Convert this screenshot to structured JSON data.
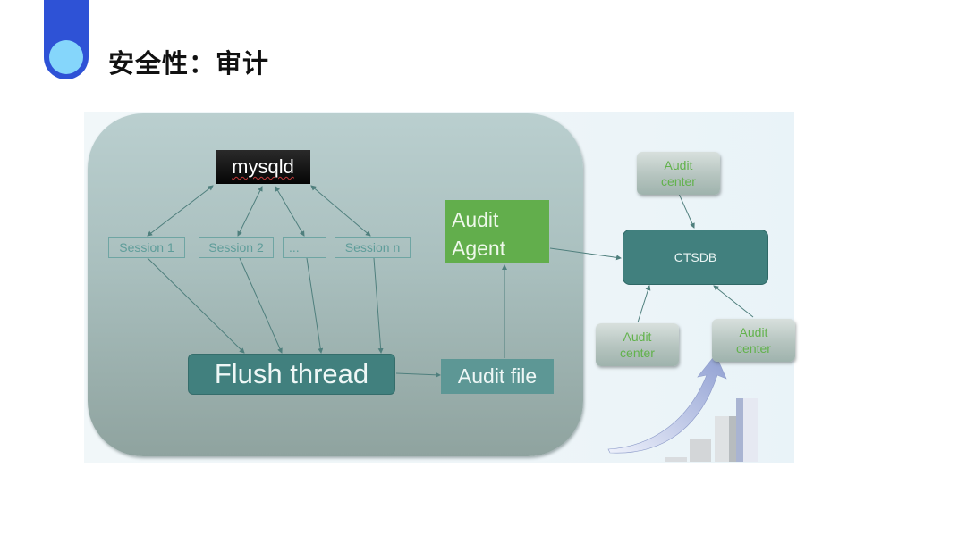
{
  "slide": {
    "title": "安全性：审计"
  },
  "diagram": {
    "mysqld": "mysqld",
    "sessions": [
      "Session 1",
      "Session 2",
      "...",
      "Session n"
    ],
    "flush_thread": "Flush thread",
    "audit_file": "Audit file",
    "audit_agent_line1": "Audit",
    "audit_agent_line2": "Agent",
    "ctsdb": "CTSDB",
    "audit_centers": [
      {
        "line1": "Audit",
        "line2": "center"
      },
      {
        "line1": "Audit",
        "line2": "center"
      },
      {
        "line1": "Audit",
        "line2": "center"
      }
    ],
    "colors": {
      "accent_blue": "#2e52d6",
      "accent_dot": "#85d6fb",
      "teal_box": "#41807e",
      "agent_green": "#62ae4c",
      "center_text_green": "#62b24c"
    }
  }
}
